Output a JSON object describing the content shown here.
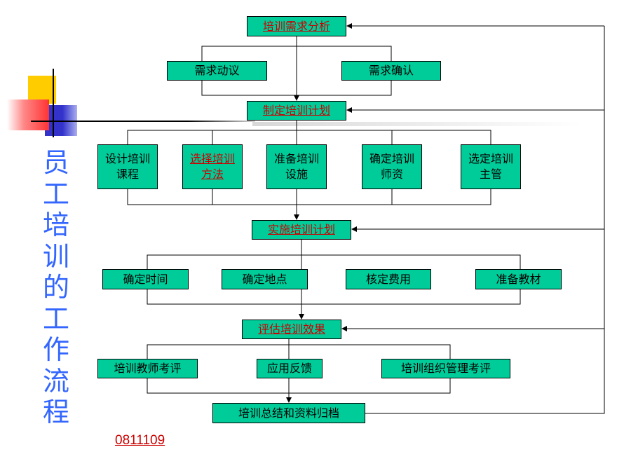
{
  "title": [
    "员",
    "工",
    "培",
    "训",
    "的",
    "工",
    "作",
    "流",
    "程"
  ],
  "code": "0811109",
  "colors": {
    "box_fill": "#00cc99",
    "link_text": "#cc0000",
    "title_text": "#3366ff",
    "deco_yellow": "#ffcc00",
    "deco_red": "#ff3333",
    "deco_blue": "#3333cc"
  },
  "nodes": {
    "analysis": "培训需求分析",
    "proposal": "需求动议",
    "confirm": "需求确认",
    "plan": "制定培训计划",
    "course": "设计培训课程",
    "method": "选择培训方法",
    "facility": "准备培训设施",
    "trainer": "确定培训师资",
    "supervisor": "选定培训主管",
    "implement": "实施培训计划",
    "time": "确定时间",
    "place": "确定地点",
    "cost": "核定费用",
    "material": "准备教材",
    "evaluate": "评估培训效果",
    "teacher_review": "培训教师考评",
    "feedback": "应用反馈",
    "org_review": "培训组织管理考评",
    "summary": "培训总结和资料归档"
  }
}
